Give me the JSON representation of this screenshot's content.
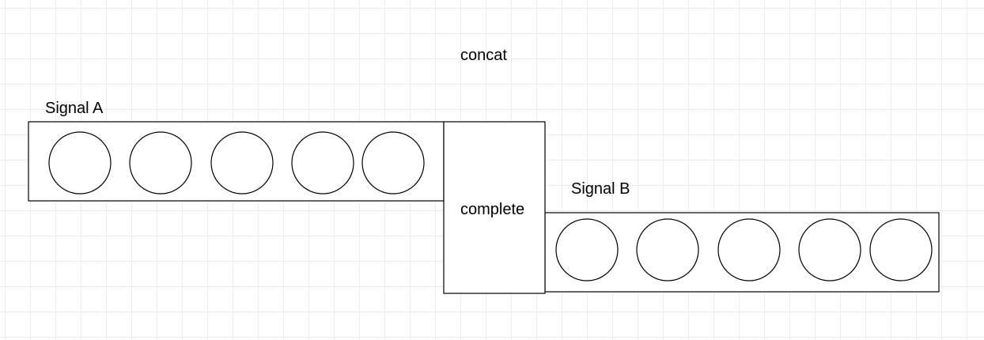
{
  "diagram": {
    "operator_label": "concat",
    "completion_label": "complete",
    "signals": [
      {
        "label": "Signal A",
        "item_count": 5
      },
      {
        "label": "Signal B",
        "item_count": 5
      }
    ],
    "colors": {
      "stroke": "#000000",
      "fill": "#ffffff",
      "grid": "#ececec"
    }
  }
}
